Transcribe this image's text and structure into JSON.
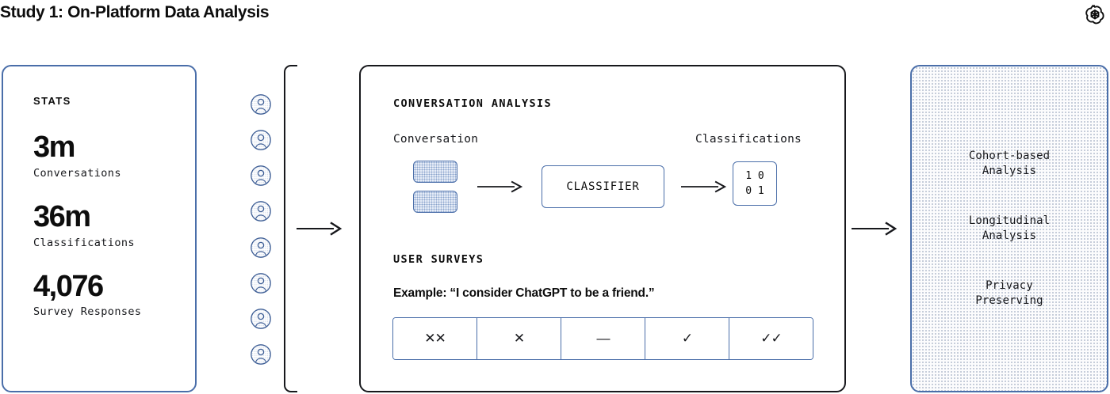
{
  "header": {
    "title": "Study 1: On-Platform Data Analysis",
    "logo_icon": "openai-logo-icon"
  },
  "stats_card": {
    "heading": "STATS",
    "items": [
      {
        "value": "3m",
        "label": "Conversations"
      },
      {
        "value": "36m",
        "label": "Classifications"
      },
      {
        "value": "4,076",
        "label": "Survey Responses"
      }
    ]
  },
  "people": {
    "icon": "person-avatar-icon",
    "count": 8,
    "bracket_icon": "grouping-bracket-icon"
  },
  "arrows": {
    "people_to_center": "arrow-right-icon",
    "center_to_outcomes": "arrow-right-icon",
    "conversation_to_classifier": "arrow-right-icon",
    "classifier_to_classifications": "arrow-right-icon"
  },
  "center_panel": {
    "conversation_analysis": {
      "heading": "CONVERSATION ANALYSIS",
      "source_label": "Conversation",
      "output_label": "Classifications",
      "classifier_label": "CLASSIFIER",
      "classification_matrix": [
        "1 0",
        "0 1"
      ],
      "bubble_count": 2
    },
    "user_surveys": {
      "heading": "USER SURVEYS",
      "example_text": "Example: “I consider ChatGPT to be a friend.”",
      "likert_options": [
        {
          "symbol": "✕✕",
          "name": "strongly-disagree"
        },
        {
          "symbol": "✕",
          "name": "disagree"
        },
        {
          "symbol": "—",
          "name": "neutral"
        },
        {
          "symbol": "✓",
          "name": "agree"
        },
        {
          "symbol": "✓✓",
          "name": "strongly-agree"
        }
      ]
    }
  },
  "outcomes_panel": {
    "items": [
      "Cohort-based\nAnalysis",
      "Longitudinal\nAnalysis",
      "Privacy\nPreserving"
    ]
  },
  "colors": {
    "blue_border": "#4a6ea9",
    "dark_border": "#17181c",
    "text": "#0d0d0d",
    "bubble_fill": "#e6ecf7"
  }
}
